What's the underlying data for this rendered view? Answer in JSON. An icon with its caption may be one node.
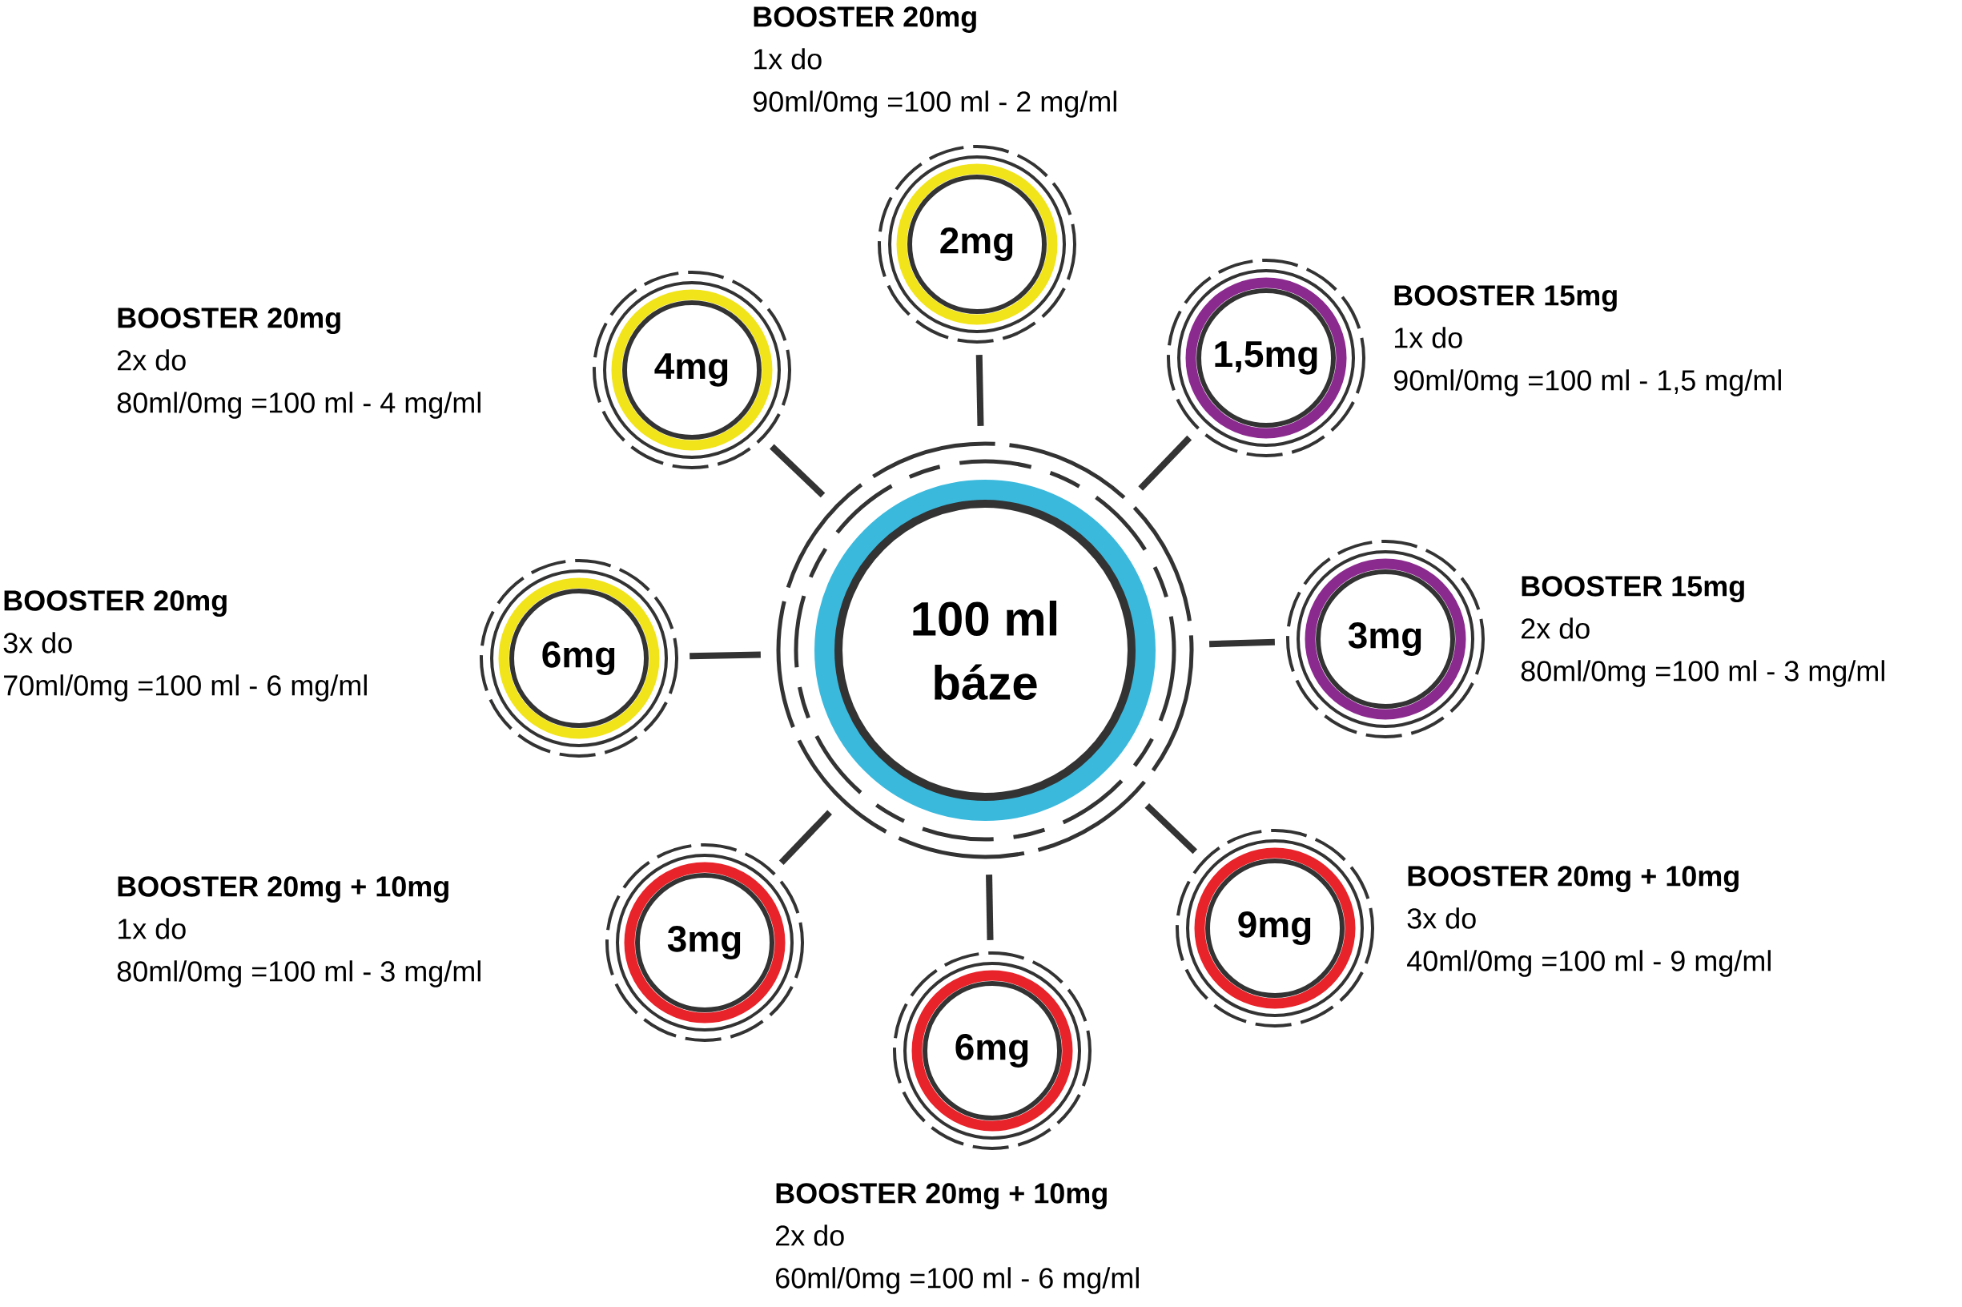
{
  "diagram": {
    "nodes": [
      {
        "text": [
          "100 ml báze"
        ]
      },
      {
        "text": [
          "2mg"
        ],
        "beside": [
          "BOOSTER 20mg",
          "1x do",
          "90ml/0mg =100 ml - 2 mg/ml"
        ]
      },
      {
        "text": [
          "1,5mg"
        ],
        "beside": [
          "BOOSTER 15mg",
          "1x do",
          "90ml/0mg =100 ml - 1,5 mg/ml"
        ]
      },
      {
        "text": [
          "3mg"
        ],
        "beside": [
          "BOOSTER 15mg",
          "2x do",
          "80ml/0mg =100 ml - 3 mg/ml"
        ]
      },
      {
        "text": [
          "9mg"
        ],
        "beside": [
          "BOOSTER 20mg + 10mg",
          "3x do",
          "40ml/0mg =100 ml - 9 mg/ml"
        ]
      },
      {
        "text": [
          "6mg"
        ],
        "beside": [
          "BOOSTER 20mg + 10mg",
          "2x do",
          "60ml/0mg =100 ml - 6 mg/ml"
        ]
      },
      {
        "text": [
          "3mg"
        ],
        "beside": [
          "BOOSTER 20mg + 10mg",
          "1x do",
          "80ml/0mg =100 ml - 3 mg/ml"
        ]
      },
      {
        "text": [
          "6mg"
        ],
        "beside": [
          "BOOSTER 20mg",
          "3x do",
          "70ml/0mg =100 ml - 6 mg/ml"
        ]
      },
      {
        "text": [
          "4mg"
        ],
        "beside": [
          "BOOSTER 20mg",
          "2x do",
          "80ml/0mg =100 ml - 4 mg/ml"
        ]
      }
    ],
    "edges": [
      {
        "from": 0,
        "to": 1,
        "arrow": "none"
      },
      {
        "from": 0,
        "to": 2,
        "arrow": "none"
      },
      {
        "from": 0,
        "to": 3,
        "arrow": "none"
      },
      {
        "from": 0,
        "to": 4,
        "arrow": "none"
      },
      {
        "from": 0,
        "to": 5,
        "arrow": "none"
      },
      {
        "from": 0,
        "to": 6,
        "arrow": "none"
      },
      {
        "from": 0,
        "to": 7,
        "arrow": "none"
      },
      {
        "from": 0,
        "to": 8,
        "arrow": "none"
      }
    ]
  }
}
